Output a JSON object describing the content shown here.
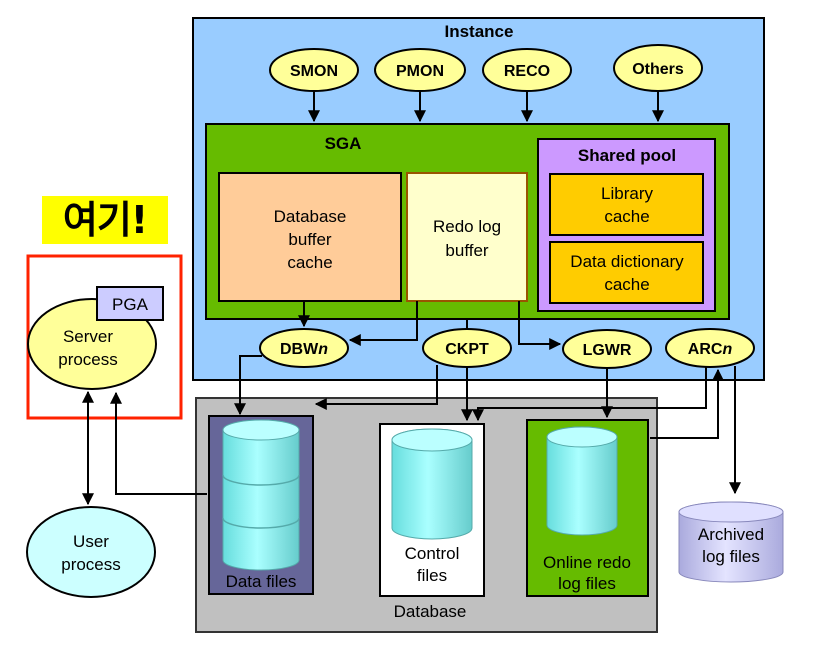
{
  "highlight": {
    "text": "여기!"
  },
  "instance": {
    "title": "Instance"
  },
  "background_processes": [
    {
      "label": "SMON"
    },
    {
      "label": "PMON"
    },
    {
      "label": "RECO"
    },
    {
      "label": "Others"
    }
  ],
  "sga": {
    "title": "SGA",
    "db_buffer_cache": [
      "Database",
      "buffer",
      "cache"
    ],
    "redo_log_buffer": [
      "Redo log",
      "buffer"
    ],
    "shared_pool": {
      "title": "Shared pool",
      "library_cache": [
        "Library",
        "cache"
      ],
      "data_dictionary_cache": [
        "Data dictionary",
        "cache"
      ]
    }
  },
  "io_processes": {
    "dbwn": {
      "base": "DBW",
      "suffix": "n"
    },
    "ckpt": {
      "label": "CKPT"
    },
    "lgwr": {
      "label": "LGWR"
    },
    "arcn": {
      "base": "ARC",
      "suffix": "n"
    }
  },
  "server_process": {
    "pga": "PGA",
    "label": [
      "Server",
      "process"
    ]
  },
  "user_process": {
    "label": [
      "User",
      "process"
    ]
  },
  "database": {
    "title": "Database",
    "data_files": "Data files",
    "control_files": [
      "Control",
      "files"
    ],
    "online_redo": [
      "Online redo",
      "log files"
    ]
  },
  "archived": {
    "label": [
      "Archived",
      "log files"
    ]
  },
  "colors": {
    "instance_bg": "#99ccff",
    "sga_bg": "#66bb00",
    "ellipse": "#ffff99",
    "db_buffer": "#ffcc99",
    "redo_buffer": "#ffffcc",
    "shared_pool": "#cc99ff",
    "cache": "#ffcc00",
    "database_bg": "#c0c0c0",
    "cylinder": "#99ffff",
    "data_files_box": "#666699",
    "online_redo_box": "#66bb00",
    "archived": "#ccccff",
    "highlight_border": "#ff2200",
    "user_process": "#ccffff"
  }
}
